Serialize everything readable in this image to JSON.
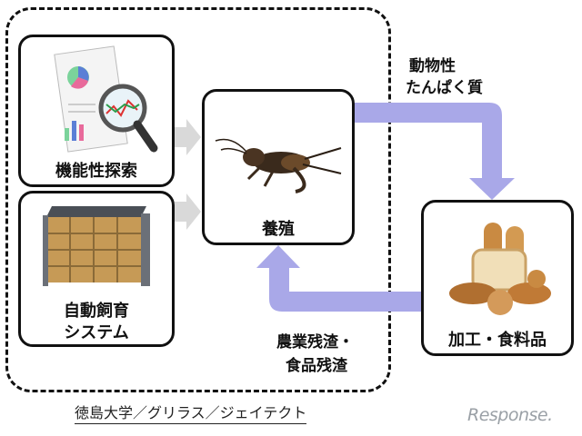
{
  "boxes": {
    "function_search": "機能性探索",
    "auto_rearing_line1": "自動飼育",
    "auto_rearing_line2": "システム",
    "breeding": "養殖",
    "processing": "加工・食料品"
  },
  "flows": {
    "protein_line1": "動物性",
    "protein_line2": "たんぱく質",
    "residue_line1": "農業残渣・",
    "residue_line2": "食品残渣"
  },
  "caption": "徳島大学／グリラス／ジェイテクト",
  "logo_text": "Response.",
  "colors": {
    "flow_arrow": "#a9a8e8",
    "gray_arrow": "#d9d9d9"
  }
}
